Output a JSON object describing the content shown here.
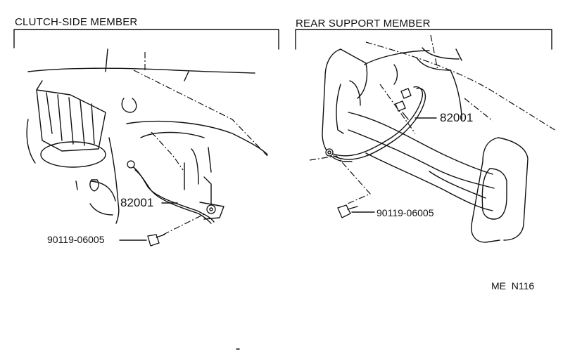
{
  "diagram": {
    "left_panel": {
      "title": "CLUTCH-SIDE MEMBER",
      "cable_part": "82001",
      "bolt_part": "90119-06005"
    },
    "right_panel": {
      "title": "REAR SUPPORT MEMBER",
      "cable_part": "82001",
      "bolt_part": "90119-06005"
    },
    "figure_code": "ME  N116"
  }
}
